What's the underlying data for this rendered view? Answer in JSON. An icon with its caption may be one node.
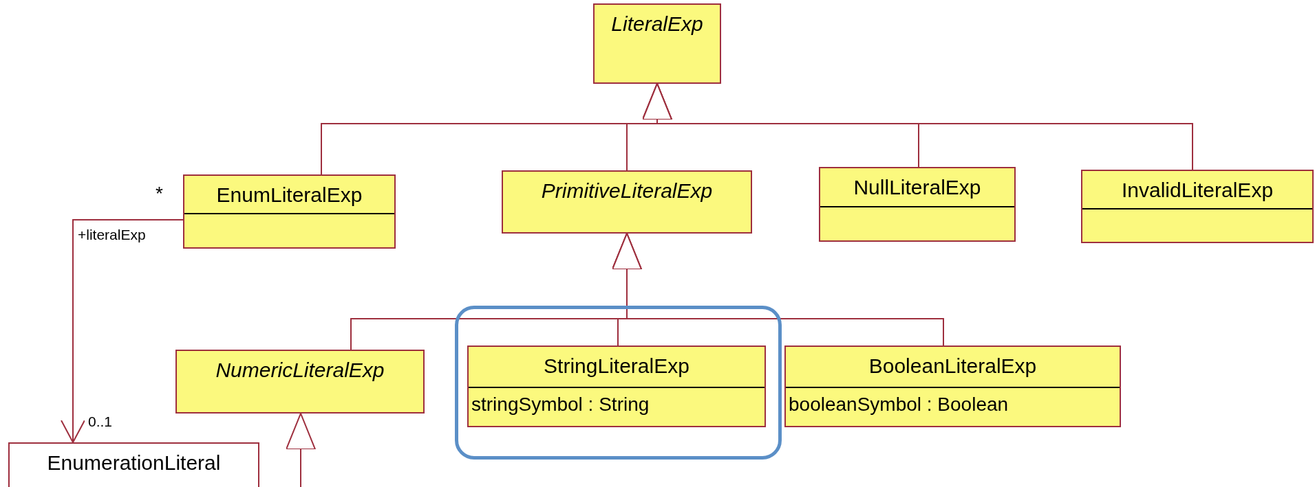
{
  "diagram": {
    "nodes": [
      {
        "text": [
          "LiteralExp"
        ]
      },
      {
        "text": [
          "EnumLiteralExp"
        ]
      },
      {
        "text": [
          "PrimitiveLiteralExp"
        ]
      },
      {
        "text": [
          "NullLiteralExp"
        ]
      },
      {
        "text": [
          "InvalidLiteralExp"
        ]
      },
      {
        "text": [
          "NumericLiteralExp"
        ]
      },
      {
        "text": [
          "StringLiteralExp",
          "stringSymbol : String"
        ]
      },
      {
        "text": [
          "BooleanLiteralExp",
          "booleanSymbol : Boolean"
        ]
      },
      {
        "text": [
          "EnumerationLiteral"
        ]
      }
    ],
    "edges": [
      {
        "from": 1,
        "to": 0,
        "arrow": "to"
      },
      {
        "from": 2,
        "to": 0,
        "arrow": "to"
      },
      {
        "from": 3,
        "to": 0,
        "arrow": "to"
      },
      {
        "from": 4,
        "to": 0,
        "arrow": "to"
      },
      {
        "from": 5,
        "to": 2,
        "arrow": "to"
      },
      {
        "from": 6,
        "to": 2,
        "arrow": "to"
      },
      {
        "from": 7,
        "to": 2,
        "arrow": "to"
      },
      {
        "from": 1,
        "to": 8,
        "arrow": "to"
      },
      {
        "from": null,
        "to": 5,
        "arrow": "to"
      }
    ],
    "labels": [
      "*",
      "+literalExp",
      "0..1"
    ]
  }
}
